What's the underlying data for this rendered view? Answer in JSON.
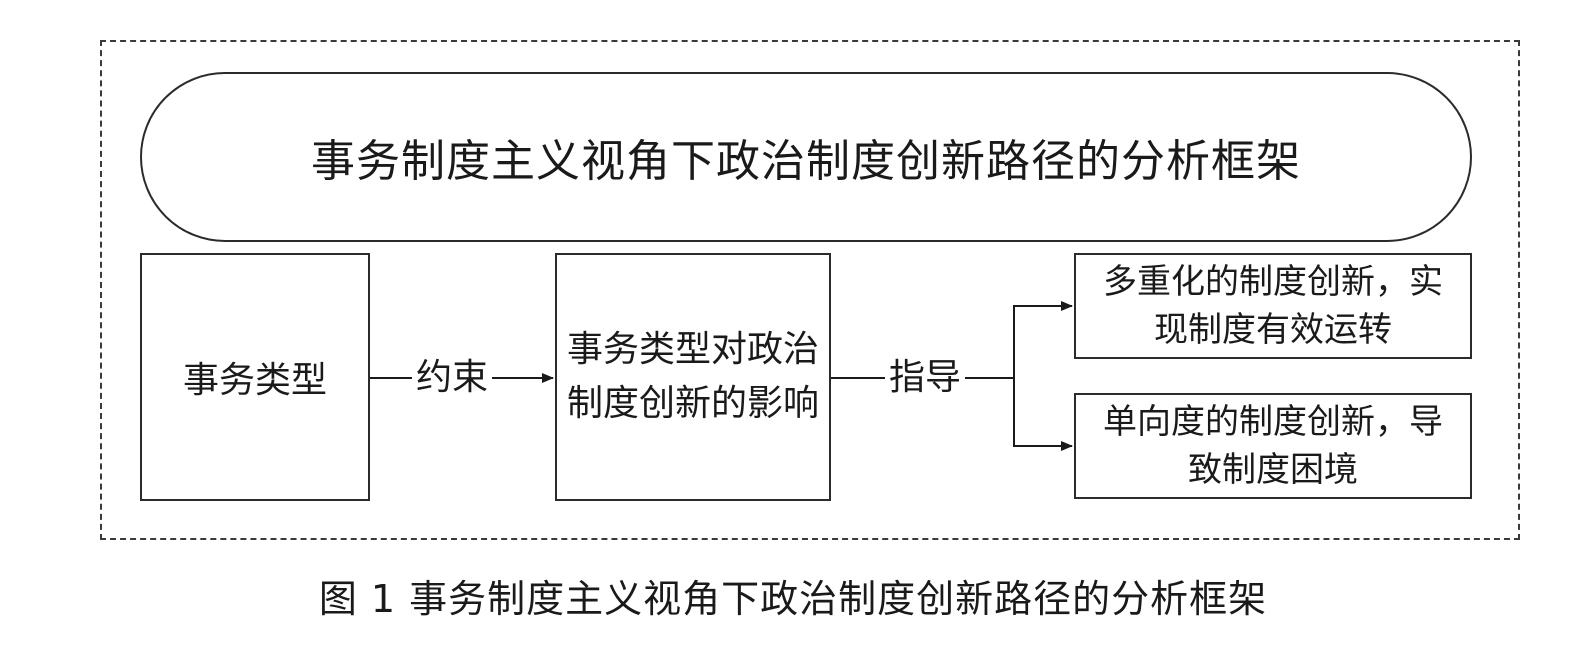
{
  "header": {
    "title": "事务制度主义视角下政治制度创新路径的分析框架"
  },
  "nodes": {
    "type": "事务类型",
    "influence": "事务类型对政治制度创新的影响",
    "multiple": "多重化的制度创新，实现制度有效运转",
    "unidirectional": "单向度的制度创新，导致制度困境"
  },
  "edges": {
    "constrain": "约束",
    "guide": "指导"
  },
  "caption": "图 1  事务制度主义视角下政治制度创新路径的分析框架"
}
